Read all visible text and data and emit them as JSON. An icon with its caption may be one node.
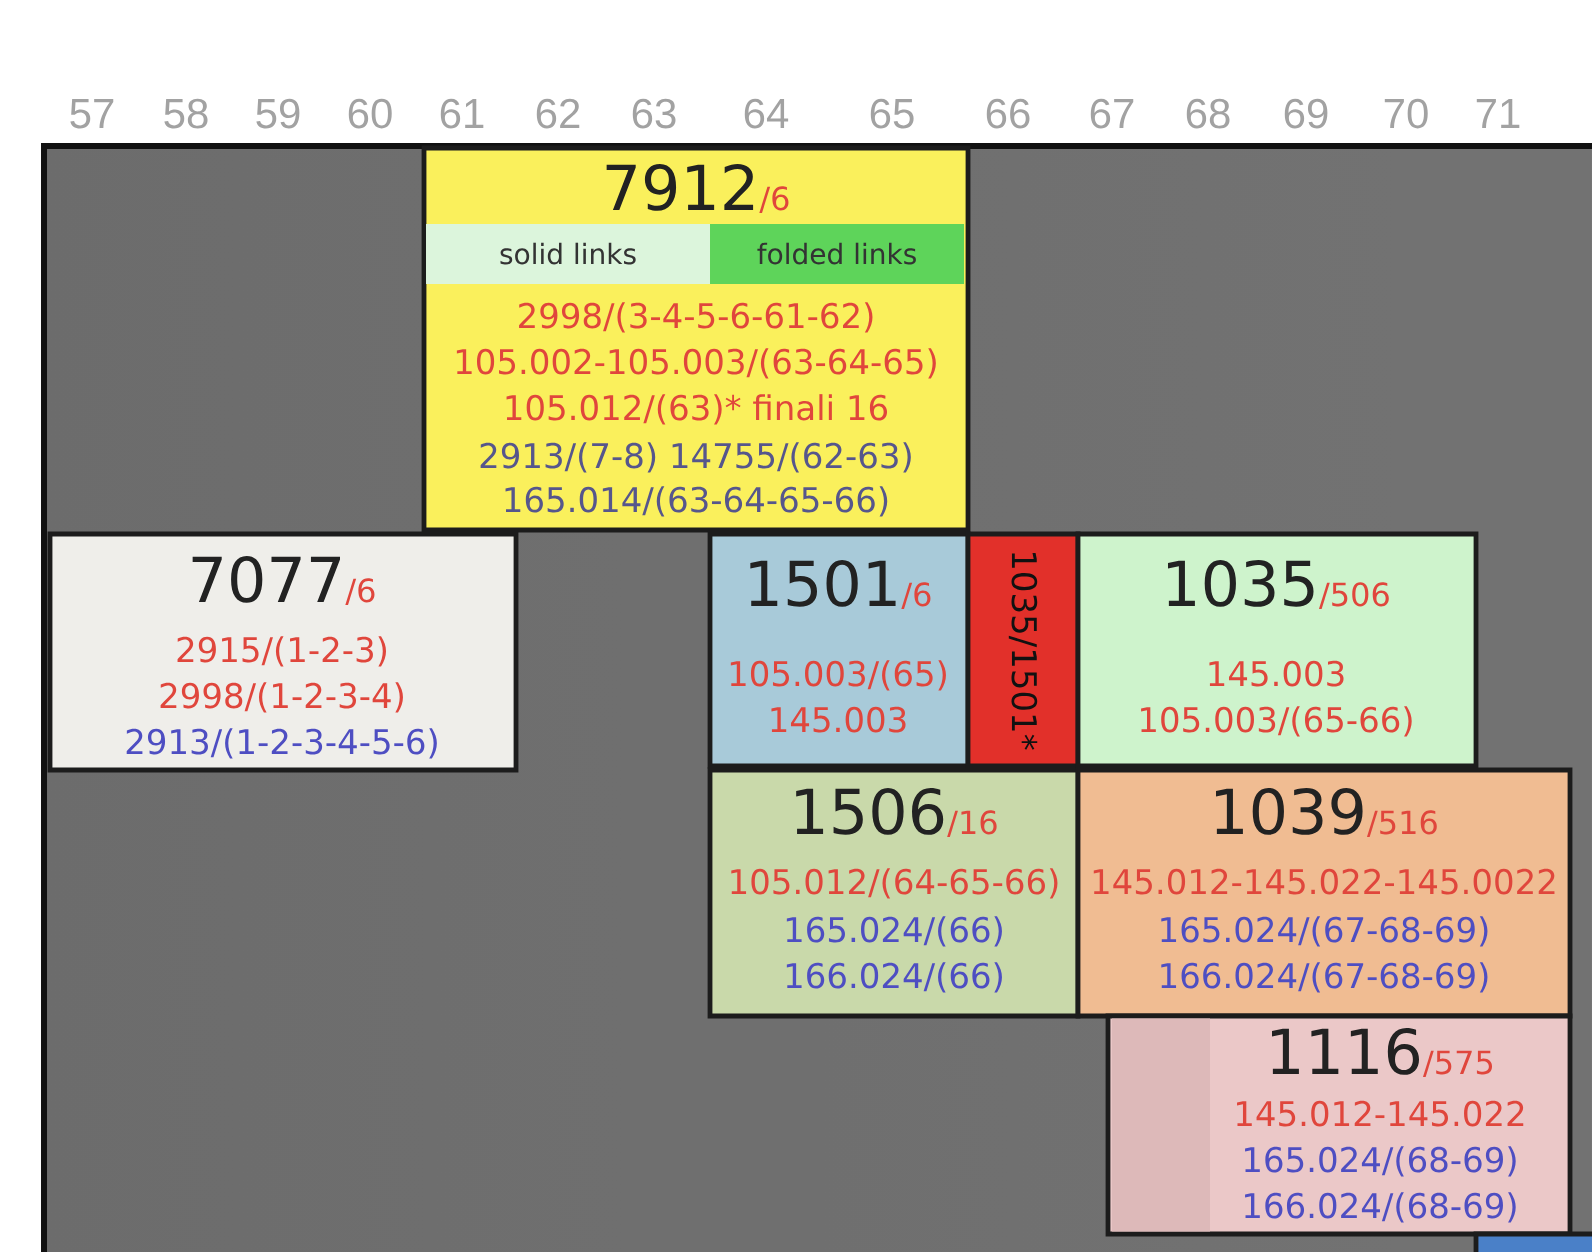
{
  "diagram": {
    "nodes": [
      {
        "text": [
          "7912",
          "/6",
          "2998/(3-4-5-6-61-62)",
          "105.002-105.003/(63-64-65)",
          "105.012/(63)* finali 16",
          "2913/(7-8) 14755/(62-63)",
          "165.014/(63-64-65-66)"
        ]
      },
      {
        "text": [
          "solid links"
        ],
        "in": 0
      },
      {
        "text": [
          "folded links"
        ],
        "in": 0
      },
      {
        "text": [
          "7077",
          "/6",
          "2915/(1-2-3)",
          "2998/(1-2-3-4)",
          "2913/(1-2-3-4-5-6)"
        ]
      },
      {
        "text": [
          "1501",
          "/6",
          "105.003/(65)",
          "145.003"
        ]
      },
      {
        "text": [
          "1035/1501*"
        ]
      },
      {
        "text": [
          "1035",
          "/506",
          "145.003",
          "105.003/(65-66)"
        ]
      },
      {
        "text": [
          "1506",
          "/16",
          "105.012/(64-65-66)",
          "165.024/(66)",
          "166.024/(66)"
        ]
      },
      {
        "text": [
          "1039",
          "/516",
          "145.012-145.022-145.0022",
          "165.024/(67-68-69)",
          "166.024/(67-68-69)"
        ]
      },
      {
        "text": [
          "1116",
          "/575",
          "145.012-145.022",
          "165.024/(68-69)",
          "166.024/(68-69)"
        ]
      },
      {
        "text": [],
        "shape": "box"
      }
    ],
    "labels": [
      "57",
      "58",
      "59",
      "60",
      "61",
      "62",
      "63",
      "64",
      "65",
      "66",
      "67",
      "68",
      "69",
      "70",
      "71"
    ]
  }
}
